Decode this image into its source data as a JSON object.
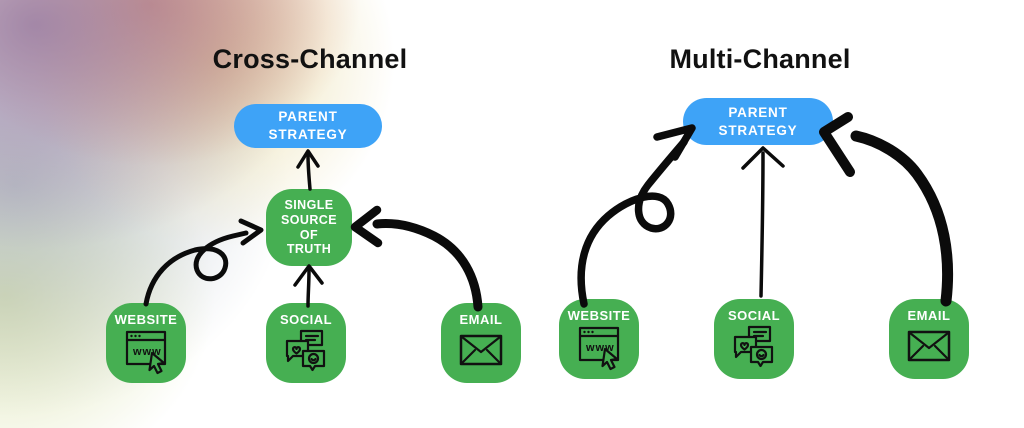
{
  "diagram": {
    "colors": {
      "channel_green": "#46AF52",
      "strategy_blue": "#3EA3F7",
      "arrow_black": "#0b0b0b",
      "title_black": "#111111"
    },
    "cross_channel": {
      "title": "Cross-Channel",
      "parent_strategy": {
        "line1": "PARENT",
        "line2": "STRATEGY"
      },
      "single_source_of_truth": {
        "line1": "SINGLE",
        "line2": "SOURCE",
        "line3": "OF",
        "line4": "TRUTH"
      },
      "channels": [
        {
          "label": "WEBSITE",
          "icon": "browser-www-icon",
          "icon_text": "www"
        },
        {
          "label": "SOCIAL",
          "icon": "chat-bubbles-icon"
        },
        {
          "label": "EMAIL",
          "icon": "envelope-icon"
        }
      ],
      "connections": [
        "website -> single source of truth (looping arrow)",
        "social -> single source of truth (straight arrow)",
        "email -> single source of truth (curved arrow)",
        "single source of truth -> parent strategy (straight arrow)"
      ]
    },
    "multi_channel": {
      "title": "Multi-Channel",
      "parent_strategy": {
        "line1": "PARENT",
        "line2": "STRATEGY"
      },
      "channels": [
        {
          "label": "WEBSITE",
          "icon": "browser-www-icon",
          "icon_text": "www"
        },
        {
          "label": "SOCIAL",
          "icon": "chat-bubbles-icon"
        },
        {
          "label": "EMAIL",
          "icon": "envelope-icon"
        }
      ],
      "connections": [
        "website -> parent strategy (looping arrow)",
        "social -> parent strategy (straight arrow)",
        "email -> parent strategy (curved arrow)"
      ]
    }
  }
}
